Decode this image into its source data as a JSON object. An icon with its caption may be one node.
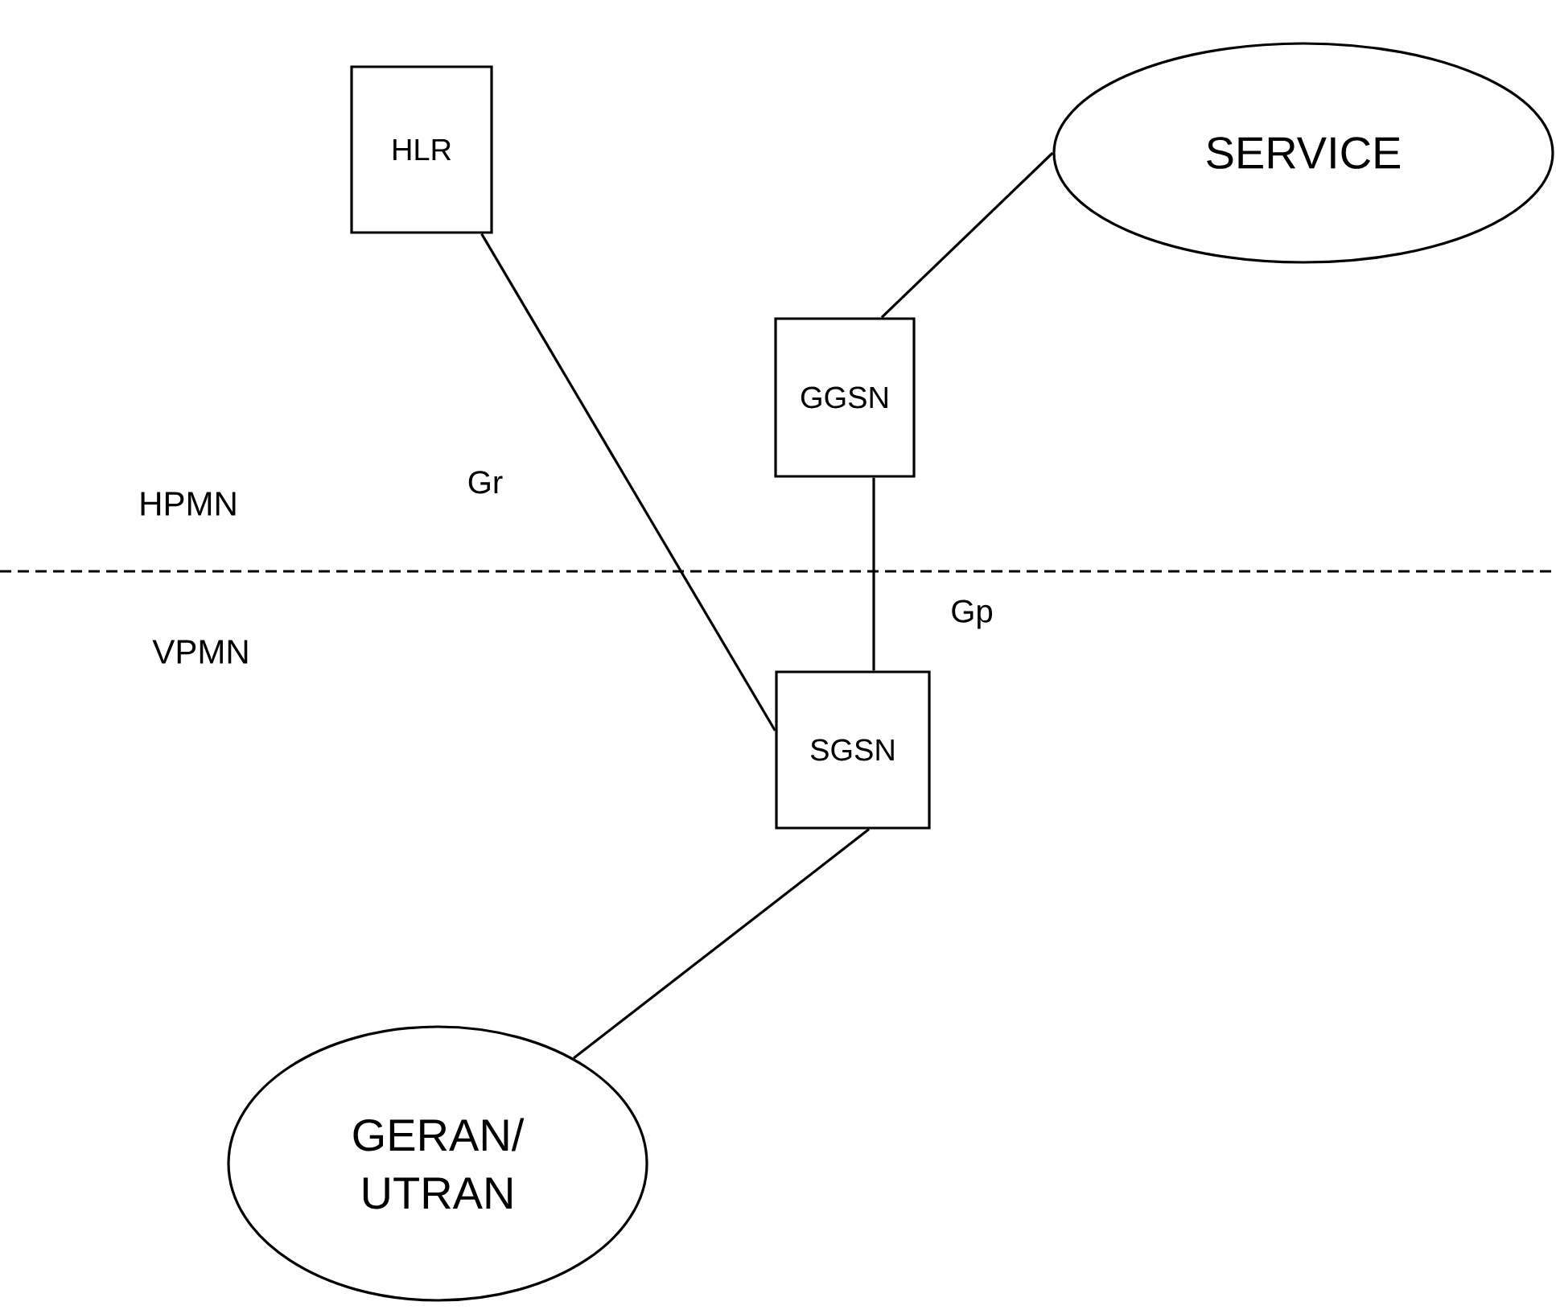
{
  "diagram": {
    "nodes": [
      {
        "text": [
          "HLR"
        ]
      },
      {
        "text": [
          "SERVICE"
        ]
      },
      {
        "text": [
          "GGSN"
        ]
      },
      {
        "text": [
          "SGSN"
        ]
      },
      {
        "text": [
          "GERAN/ UTRAN"
        ]
      }
    ],
    "edges": [
      {
        "from": 0,
        "to": 3,
        "arrow": "none",
        "label": "Gr"
      },
      {
        "from": 2,
        "to": 1,
        "arrow": "none"
      },
      {
        "from": 2,
        "to": 3,
        "arrow": "none",
        "label": "Gp"
      },
      {
        "from": 3,
        "to": 4,
        "arrow": "none"
      }
    ],
    "labels": [
      "HPMN",
      "VPMN"
    ]
  }
}
